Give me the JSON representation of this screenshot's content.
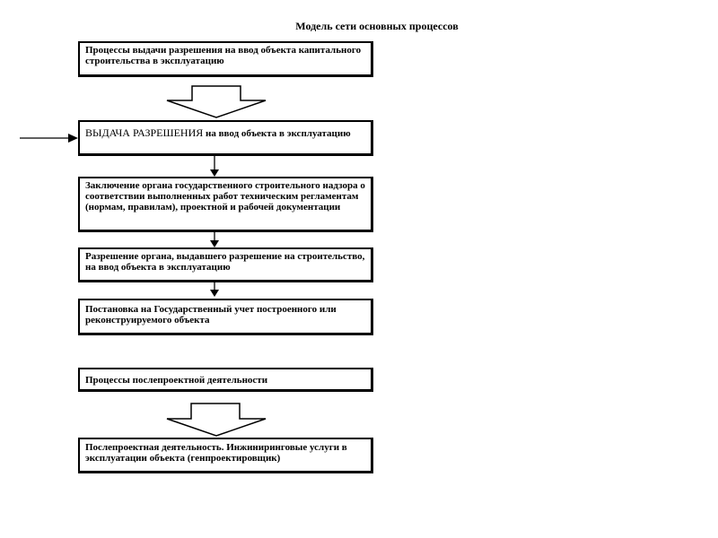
{
  "title": "Модель сети основных процессов",
  "boxes": {
    "b1": "Процессы выдачи разрешения на ввод объекта капитального строительства в эксплуатацию",
    "b2": "ВЫДАЧА РАЗРЕШЕНИЯ",
    "b2_rest": " на ввод объекта в эксплуатацию",
    "b3": "Заключение органа государственного строительного надзора о соответствии выполненных работ техническим регламентам (нормам, правилам), проектной и рабочей документации",
    "b4": "Разрешение органа, выдавшего разрешение на строительство, на ввод объекта в эксплуатацию",
    "b5": "Постановка на Государственный учет построенного или реконструируемого объекта",
    "b6": "Процессы послепроектной деятельности",
    "b7": "Послепроектная деятельность. Инжиниринговые услуги в эксплуатации объекта (генпроектировщик)"
  }
}
